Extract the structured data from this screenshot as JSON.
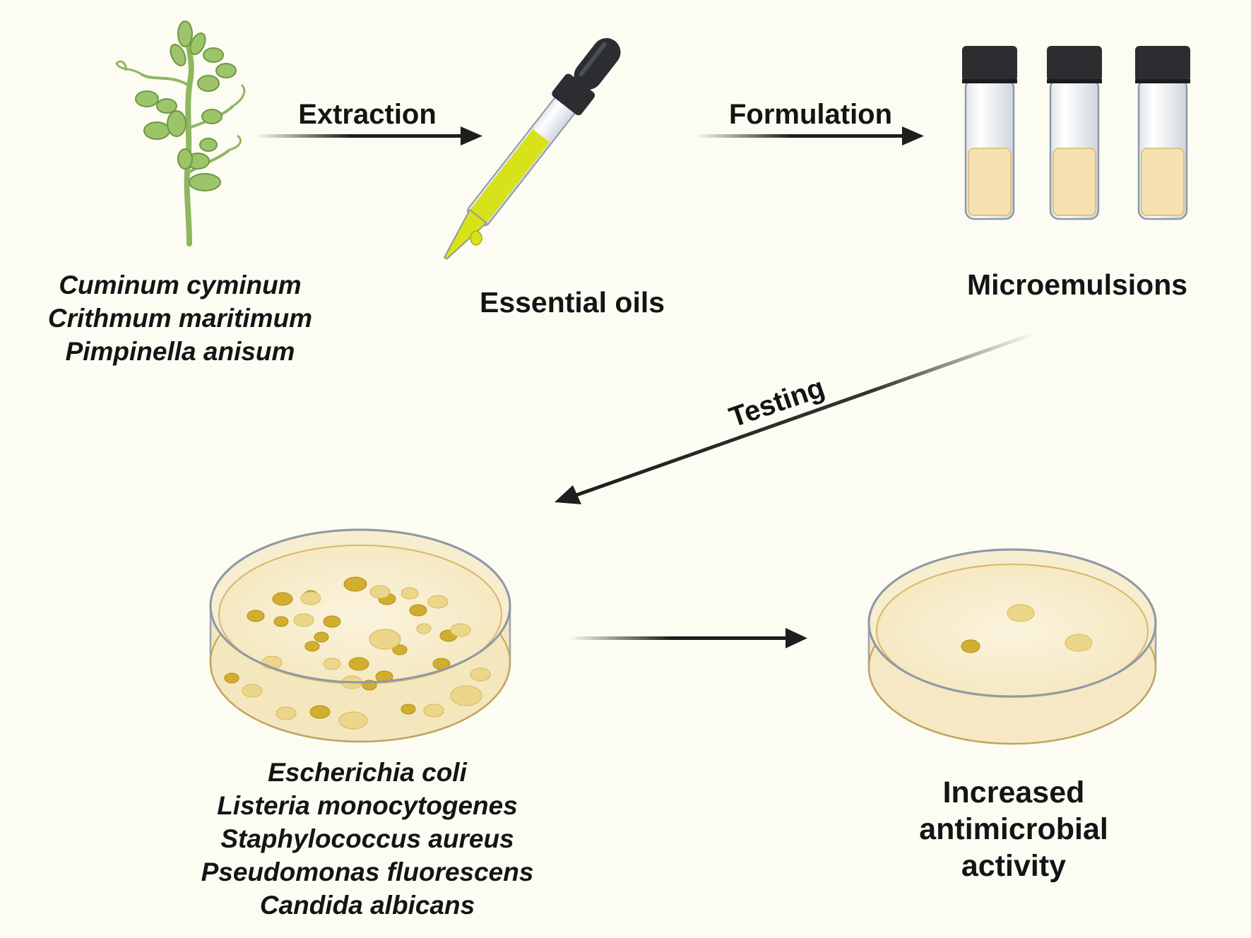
{
  "plants": {
    "species": [
      "Cuminum cyminum",
      "Crithmum maritimum",
      "Pimpinella anisum"
    ]
  },
  "steps": {
    "extraction": "Extraction",
    "formulation": "Formulation",
    "testing": "Testing"
  },
  "products": {
    "essential_oils": "Essential oils",
    "microemulsions": "Microemulsions"
  },
  "microbes": {
    "species": [
      "Escherichia coli",
      "Listeria monocytogenes",
      "Staphylococcus aureus",
      "Pseudomonas fluorescens",
      "Candida albicans"
    ]
  },
  "result": {
    "lines": [
      "Increased",
      "antimicrobial",
      "activity"
    ]
  },
  "colors": {
    "background": "#fdfcf3",
    "arrow": "#1e1e1e",
    "leaf": "#9cc46a",
    "oil": "#d8e21a",
    "emulsion": "#f6e2b0",
    "colony": "#d2ae2e"
  }
}
